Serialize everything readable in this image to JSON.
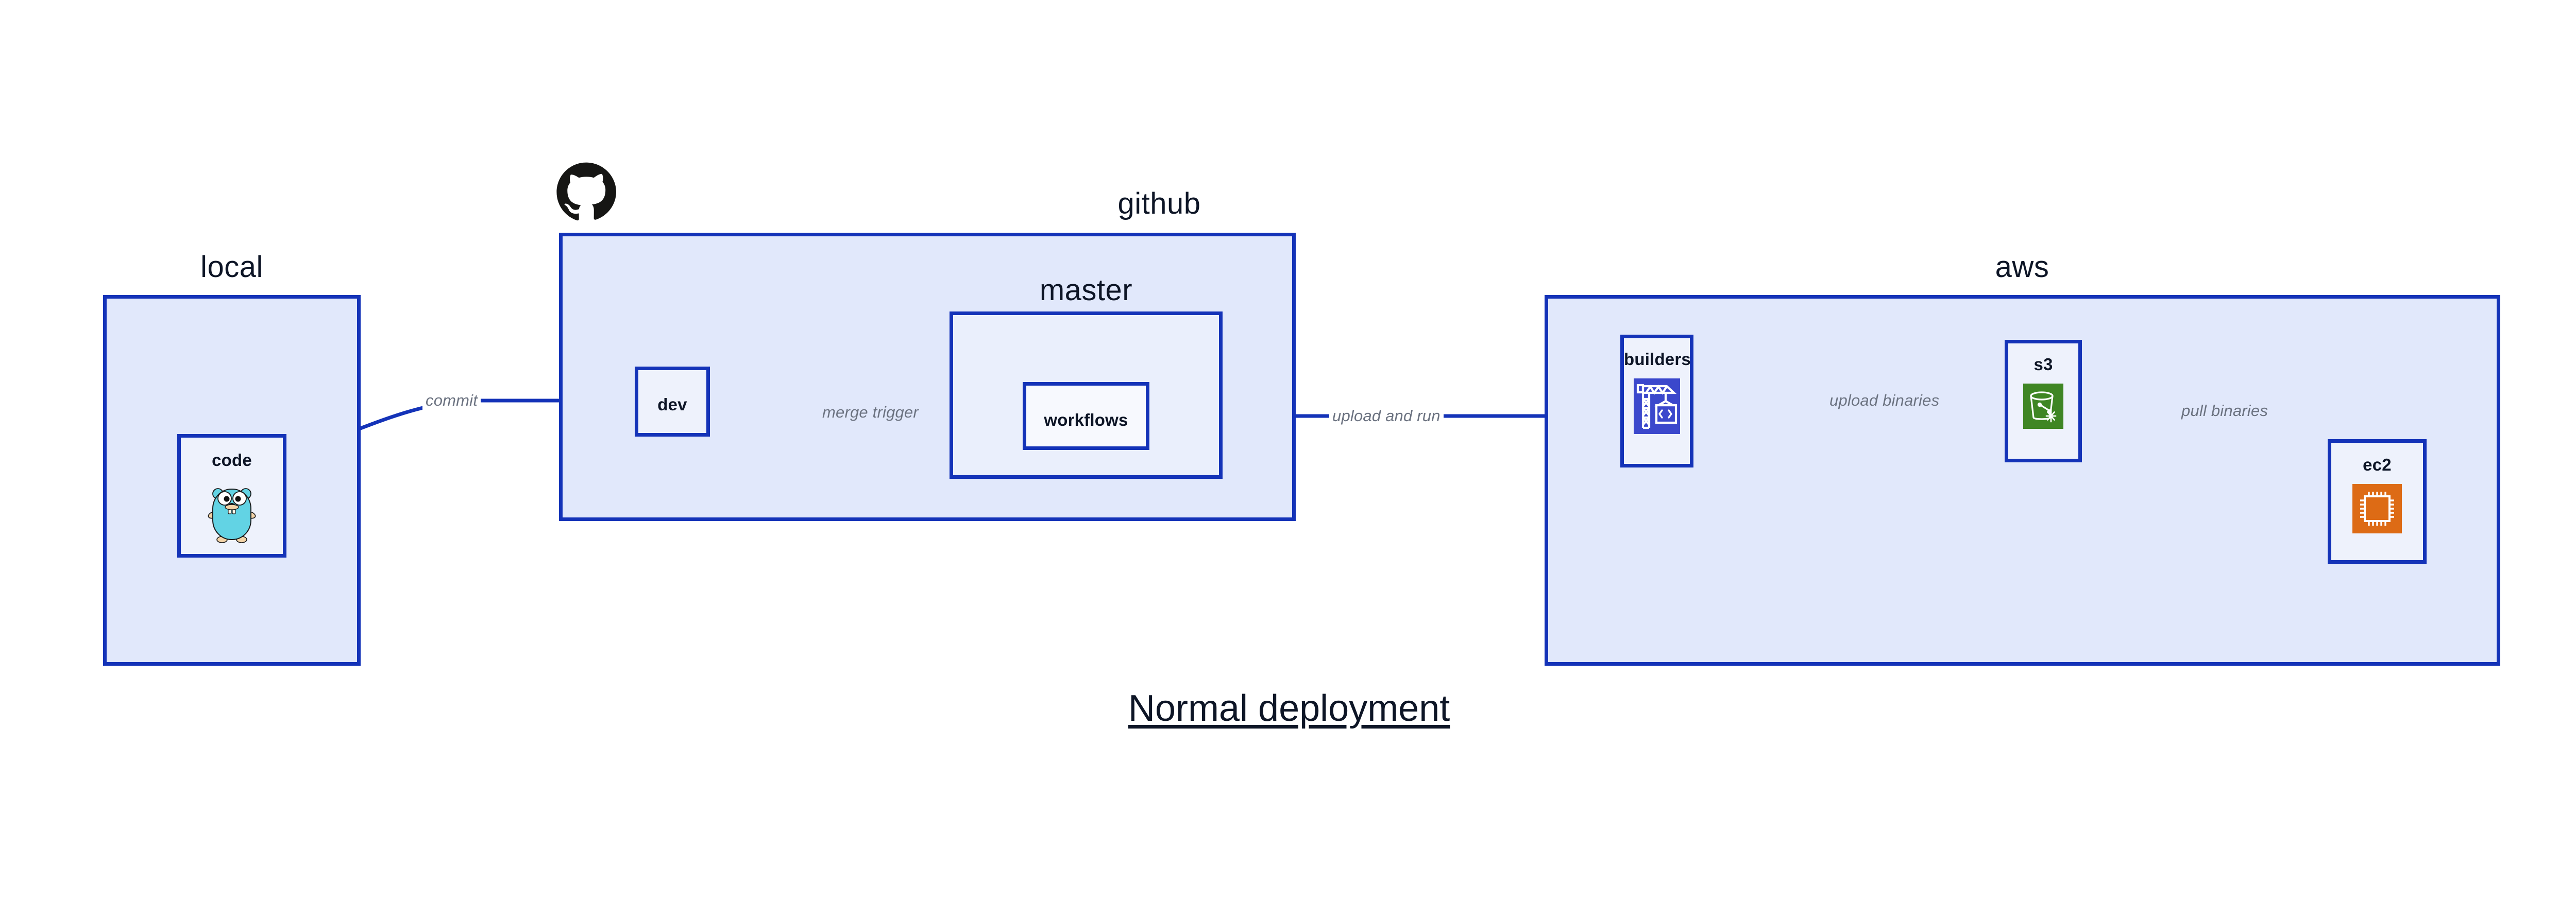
{
  "diagram": {
    "title": "Normal deployment",
    "groups": [
      {
        "id": "local",
        "label": "local"
      },
      {
        "id": "github",
        "label": "github"
      },
      {
        "id": "aws",
        "label": "aws"
      }
    ],
    "subgroups": [
      {
        "id": "master",
        "label": "master",
        "parent": "github"
      }
    ],
    "nodes": [
      {
        "id": "code",
        "label": "code",
        "group": "local",
        "icon": "go-gopher-icon"
      },
      {
        "id": "dev",
        "label": "dev",
        "group": "github",
        "icon": null
      },
      {
        "id": "workflows",
        "label": "workflows",
        "group": "master",
        "icon": null
      },
      {
        "id": "builders",
        "label": "builders",
        "group": "aws",
        "icon": "aws-crane-code-icon"
      },
      {
        "id": "s3",
        "label": "s3",
        "group": "aws",
        "icon": "aws-s3-glacier-bucket-icon"
      },
      {
        "id": "ec2",
        "label": "ec2",
        "group": "aws",
        "icon": "aws-ec2-chip-icon"
      }
    ],
    "edges": [
      {
        "id": "commit",
        "label": "commit",
        "from": "code",
        "to": "dev"
      },
      {
        "id": "merge-trigger",
        "label": "merge trigger",
        "from": "dev",
        "to": "workflows"
      },
      {
        "id": "upload-and-run",
        "label": "upload and run",
        "from": "workflows",
        "to": "builders"
      },
      {
        "id": "upload-binaries",
        "label": "upload binaries",
        "from": "builders",
        "to": "s3"
      },
      {
        "id": "pull-binaries",
        "label": "pull binaries",
        "from": "s3",
        "to": "ec2"
      }
    ],
    "logos": [
      {
        "id": "github-octocat",
        "name": "github-octocat-logo"
      }
    ],
    "colors": {
      "background": "#ffffff",
      "group_fill": "#e1e8fb",
      "subgroup_fill": "#eaeffc",
      "node_fill": "#eef2fc",
      "stroke": "#1433b8",
      "text": "#0d1526",
      "edge_label": "#6b7280",
      "go_gopher": "#62d3e4",
      "aws_builders": "#3b48cc",
      "aws_s3": "#3f8624",
      "aws_ec2": "#dd6b15",
      "github_logo": "#161614"
    }
  }
}
